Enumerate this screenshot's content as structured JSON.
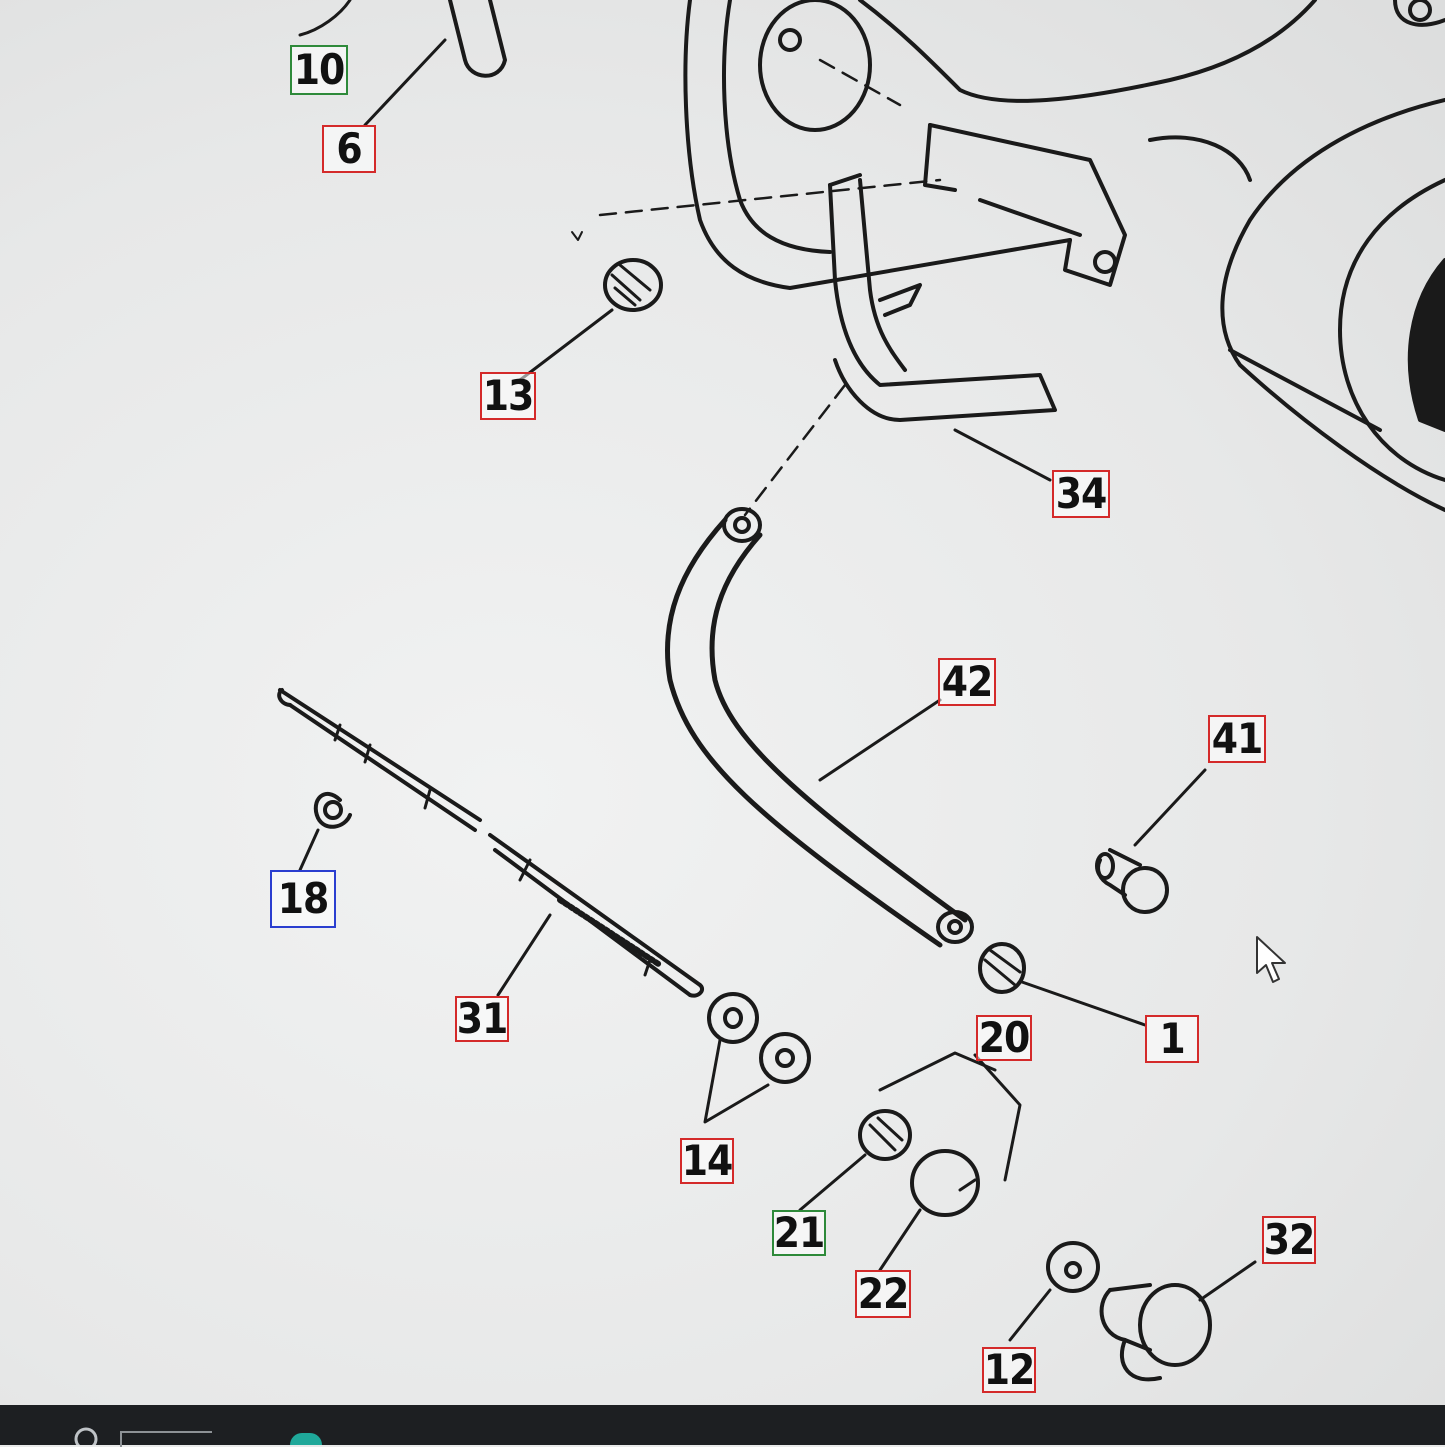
{
  "callouts": {
    "c10": "10",
    "c6": "6",
    "c13": "13",
    "c34": "34",
    "c42": "42",
    "c41": "41",
    "c18": "18",
    "c31": "31",
    "c1": "1",
    "c20": "20",
    "c14": "14",
    "c21": "21",
    "c22": "22",
    "c12": "12",
    "c32": "32"
  },
  "colors": {
    "ink": "#1a1a1a",
    "callout_red": "#d42a2a",
    "callout_green": "#2e8a3a",
    "callout_blue": "#2b3fd0",
    "taskbar": "#1d1f22"
  },
  "icons": [
    "search-icon",
    "mouse-pointer-icon"
  ]
}
